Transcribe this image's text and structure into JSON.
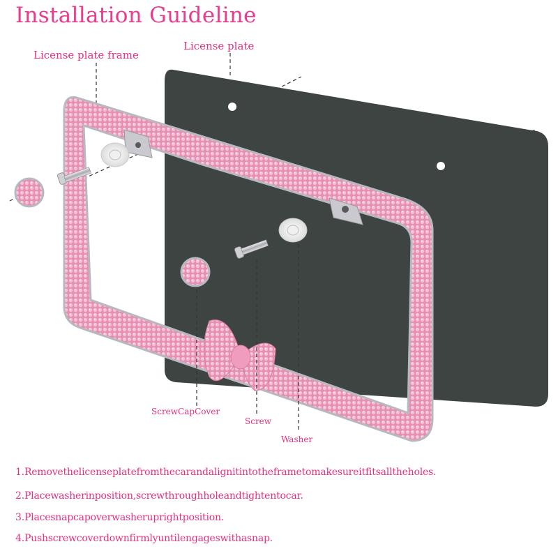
{
  "title": "Installation Guideline",
  "labels": {
    "frame": "License plate frame",
    "plate": "License plate",
    "cap": "ScrewCapCover",
    "screw": "Screw",
    "washer": "Washer"
  },
  "steps": [
    "1.Removethelicenseplatefromthecarandalignitintotheframetomakesureitfitsalltheholes.",
    "2.Placewasherinposition,screwthroughholeandtightentocar.",
    "3.Placesnapcapoverwasheruprightposition.",
    "4.Pushscrewcoverdownfirmlyuntilengageswithasnap."
  ],
  "colors": {
    "accent": "#e4307f",
    "plate": "#3d4442",
    "rhinestone": "#f2a8c4",
    "chrome": "#c9c9cf"
  }
}
